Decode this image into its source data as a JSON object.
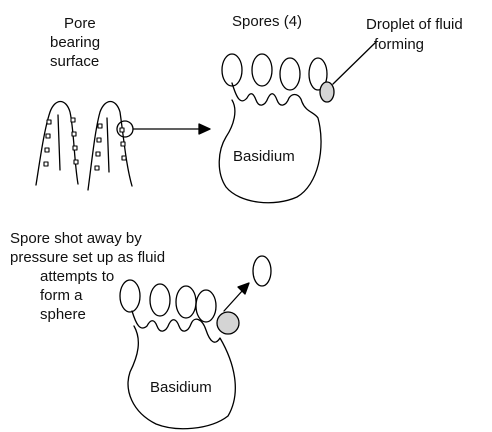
{
  "labels": {
    "pore_line1": "Pore",
    "pore_line2": "bearing",
    "pore_line3": "surface",
    "spores": "Spores (4)",
    "droplet_line1": "Droplet of fluid",
    "droplet_line2": "forming",
    "basidium_top": "Basidium",
    "shot_line1": "Spore shot away by",
    "shot_line2": "pressure set up as fluid",
    "shot_line3": "attempts to",
    "shot_line4": "form a",
    "shot_line5": "sphere",
    "basidium_bottom": "Basidium"
  },
  "colors": {
    "stroke": "#000000",
    "droplet_fill": "#d4d4d4",
    "background": "#ffffff"
  }
}
